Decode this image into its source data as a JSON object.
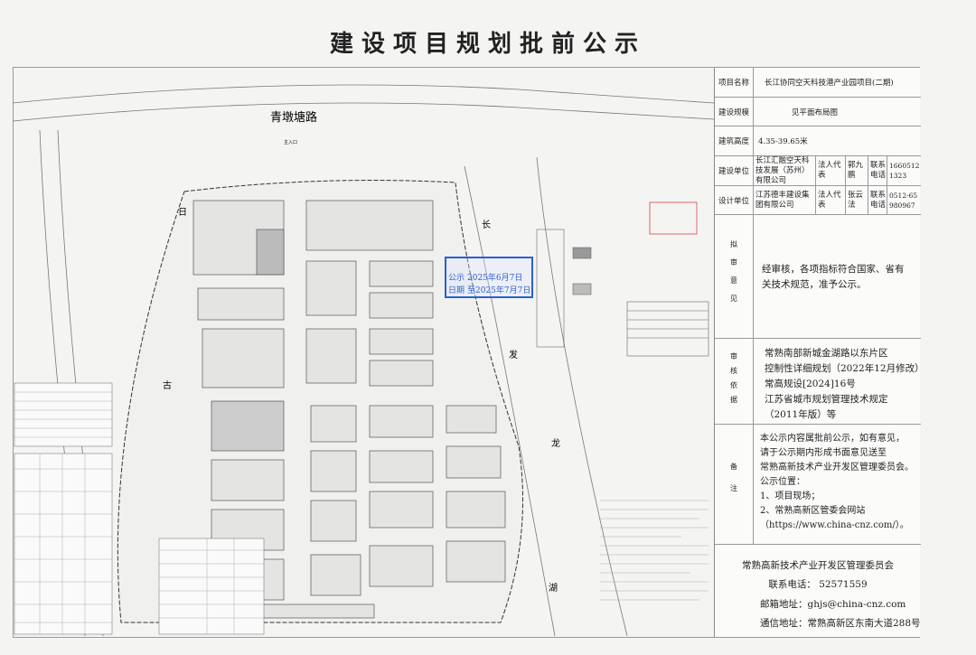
{
  "title": "建设项目规划批前公示",
  "map": {
    "road_name": "青墩塘路",
    "side_labels_left": [
      "日",
      "古"
    ],
    "side_labels_right": [
      "长",
      "发",
      "龙",
      "湖"
    ],
    "entrance_label": "主入口",
    "stamp": {
      "label_1": "公示",
      "label_2": "日期",
      "from": "2025年6月7日",
      "to": "至2025年7月7日"
    }
  },
  "panel": {
    "project_name_label": "项目名称",
    "project_name": "长江协同空天科技港产业园项目(二期)",
    "scale_label": "建设规模",
    "scale": "见平面布局图",
    "height_label": "建筑高度",
    "height": "4.35-39.65米",
    "builder_label": "建设单位",
    "builder": "长江汇融空天科技发展（苏州）有限公司",
    "builder_rep_label": "法人代表",
    "builder_rep": "郭九鹏",
    "builder_phone_label": "联系电话",
    "builder_phone": "16605121323",
    "designer_label": "设计单位",
    "designer": "江苏德丰建设集团有限公司",
    "designer_rep_label": "法人代表",
    "designer_rep": "张云法",
    "designer_phone_label": "联系电话",
    "designer_phone": "0512-65980967",
    "opinion_label": "拟审意见",
    "opinion": "经审核，各项指标符合国家、省有关技术规范，准予公示。",
    "basis_label": "审核依据",
    "basis": [
      "常熟南部新城金湖路以东片区",
      "控制性详细规划（2022年12月修改）",
      "常高规设[2024]16号",
      "江苏省城市规划管理技术规定",
      "（2011年版）等"
    ],
    "notes_label": "备注",
    "notes": [
      "本公示内容属批前公示，如有意见，",
      "请于公示期内形成书面意见送至",
      "常熟高新技术产业开发区管理委员会。",
      "公示位置：",
      "1、项目现场；",
      "2、常熟高新区管委会网站",
      "（https://www.china-cnz.com/）。"
    ],
    "org": "常熟高新技术产业开发区管理委员会",
    "phone": "联系电话：  52571559",
    "email": "邮箱地址：ghjs@china-cnz.com",
    "address": "通信地址：常熟高新区东南大道288号"
  }
}
